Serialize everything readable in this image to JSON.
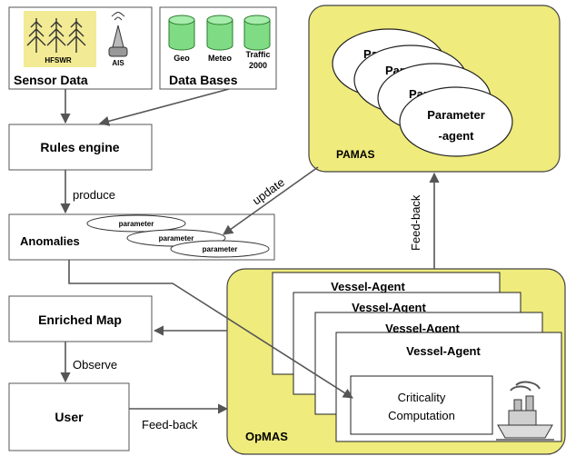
{
  "sensor_box": {
    "label": "Sensor Data",
    "hfswr_label": "HFSWR",
    "ais_label": "AIS"
  },
  "databases_box": {
    "label": "Data Bases",
    "db1": "Geo",
    "db2": "Meteo",
    "db3_line1": "Traffic",
    "db3_line2": "2000"
  },
  "rules_engine": {
    "label": "Rules engine"
  },
  "arrows": {
    "produce": "produce",
    "update": "update",
    "feedback_vertical": "Feed-back",
    "observe": "Observe",
    "feedback_user": "Feed-back"
  },
  "anomalies": {
    "label": "Anomalies",
    "params": [
      "parameter",
      "parameter",
      "parameter"
    ]
  },
  "pamas": {
    "label": "PAMAS",
    "agent_partial": [
      "Para",
      "Para",
      "Para"
    ],
    "agent_line1": "Parameter",
    "agent_line2": "-agent"
  },
  "opmas": {
    "label": "OpMAS",
    "vessel_agents": [
      "Vessel-Agent",
      "Vessel-Agent",
      "Vessel-Agent",
      "Vessel-Agent"
    ],
    "criticality_line1": "Criticality",
    "criticality_line2": "Computation"
  },
  "enriched_map": {
    "label": "Enriched Map"
  },
  "user": {
    "label": "User"
  },
  "colors": {
    "mas_fill": "#efeb7c",
    "sensor_bg": "#f2ea94",
    "db_green": "#7fdc84"
  }
}
